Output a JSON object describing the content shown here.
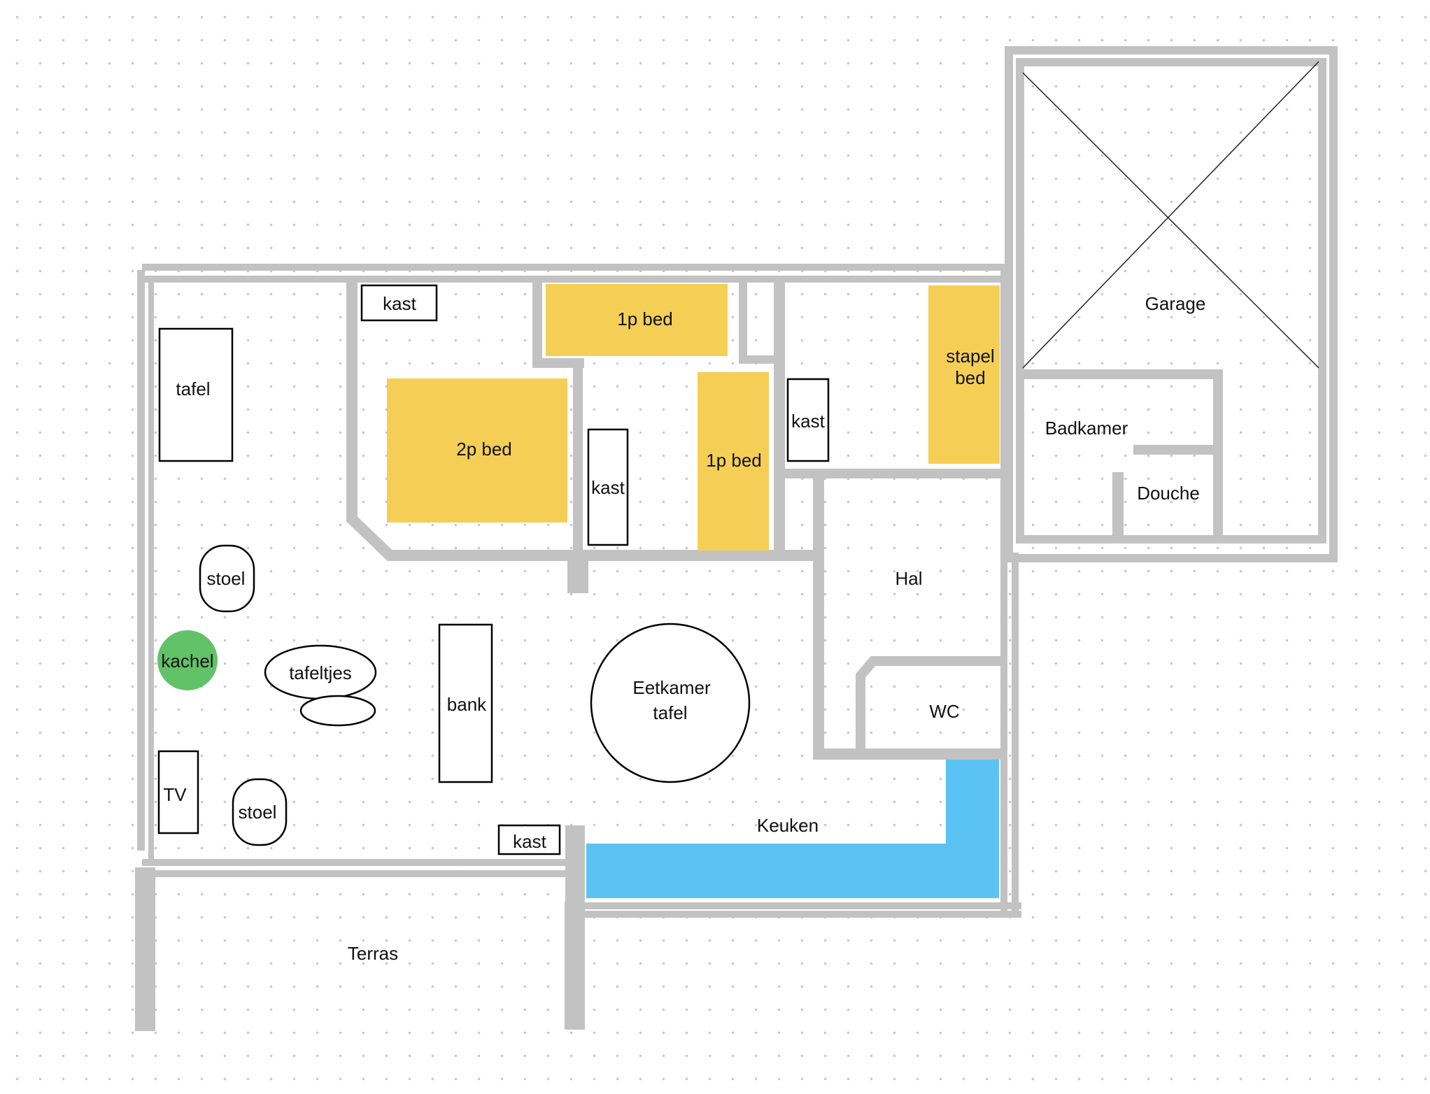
{
  "labels": {
    "kast_top": "kast",
    "bed_1p_top": "1p bed",
    "garage": "Garage",
    "tafel": "tafel",
    "stapel_bed_1": "stapel",
    "stapel_bed_2": "bed",
    "bed_2p": "2p bed",
    "kast_mid": "kast",
    "bed_1p_right": "1p bed",
    "kast_right": "kast",
    "badkamer": "Badkamer",
    "douche": "Douche",
    "stoel_top": "stoel",
    "hal": "Hal",
    "kachel": "kachel",
    "tafeltjes": "tafeltjes",
    "bank": "bank",
    "eetkamer_tafel_1": "Eetkamer",
    "eetkamer_tafel_2": "tafel",
    "wc": "WC",
    "tv": "TV",
    "stoel_bottom": "stoel",
    "keuken": "Keuken",
    "kast_bottom": "kast",
    "terras": "Terras"
  },
  "colors": {
    "wall": "#c2c2c2",
    "bed": "#f5cf55",
    "stove": "#62c268",
    "kitchen_counter": "#5bc3f3",
    "background_dots": "#c9c9c9"
  }
}
